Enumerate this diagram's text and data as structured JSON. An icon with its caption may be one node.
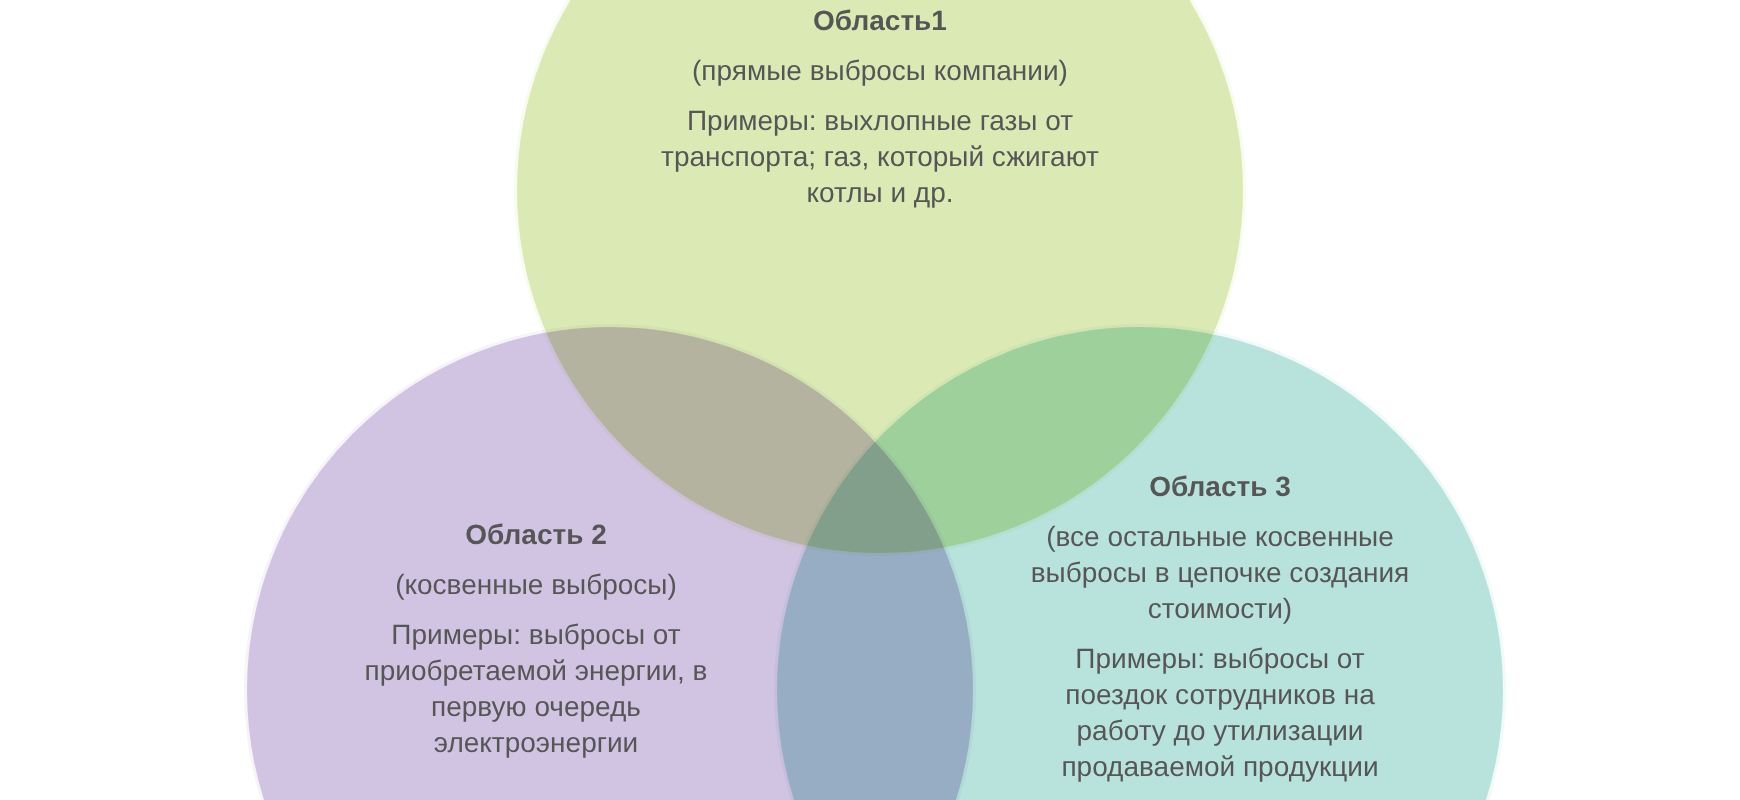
{
  "diagram": {
    "nodes": [
      {
        "text": [
          "Область1",
          "(прямые выбросы компании)",
          "Примеры: выхлопные газы от транспорта; газ, который сжигают котлы и др."
        ]
      },
      {
        "text": [
          "Область 2",
          "(косвенные выбросы)",
          "Примеры: выбросы от приобретаемой энергии, в первую очередь электроэнергии"
        ]
      },
      {
        "text": [
          "Область 3",
          "(все остальные косвенные выбросы в цепочке создания стоимости)",
          "Примеры: выбросы от поездок сотрудников на работу до утилизации продаваемой продукции"
        ]
      }
    ]
  }
}
